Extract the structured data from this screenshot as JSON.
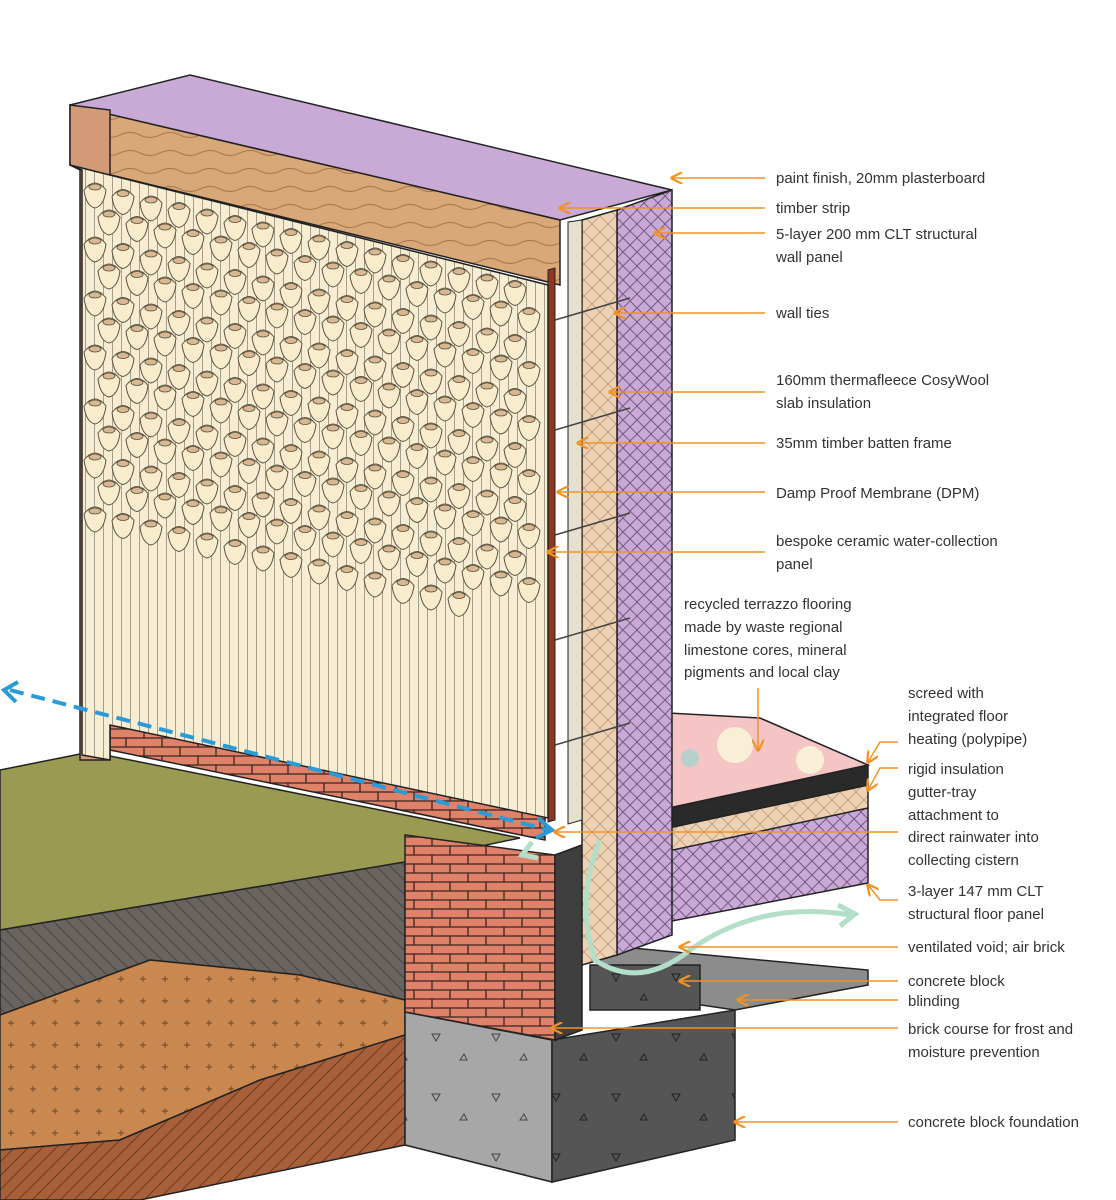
{
  "colors": {
    "leader": "#f29222",
    "water_arrow": "#2a9ad8",
    "air_arrow": "#b3dec8",
    "brick": "#e0826a",
    "insulation": "#e9d0b2",
    "clt": "#c9a9d6",
    "terrazzo": "#f4c5c4",
    "grass": "#9a9a52",
    "soil": "#c9884f",
    "concrete": "#a8a8a8",
    "ceramic": "#f4ead0"
  },
  "labels": {
    "paint_finish": "paint finish, 20mm plasterboard",
    "timber_strip": "timber strip",
    "clt_wall_1": "5-layer 200 mm CLT structural",
    "clt_wall_2": "wall panel",
    "wall_ties": "wall ties",
    "insulation_1": "160mm thermafleece CosyWool",
    "insulation_2": "slab insulation",
    "batten": "35mm timber batten frame",
    "dpm": "Damp Proof Membrane (DPM)",
    "ceramic_1": "bespoke ceramic water-collection",
    "ceramic_2": "panel",
    "terrazzo_1": "recycled terrazzo flooring",
    "terrazzo_2": "made by waste regional",
    "terrazzo_3": "limestone cores, mineral",
    "terrazzo_4": "pigments and local clay",
    "screed_1": "screed with",
    "screed_2": "integrated floor",
    "screed_3": "heating (polypipe)",
    "rigid": "rigid insulation",
    "gutter_1": "gutter-tray",
    "gutter_2": "attachment to",
    "gutter_3": "direct rainwater into",
    "gutter_4": "collecting cistern",
    "clt_floor_1": "3-layer 147 mm CLT",
    "clt_floor_2": "structural floor panel",
    "void": "ventilated void; air brick",
    "block": "concrete block",
    "blinding": "blinding",
    "brick_course_1": "brick course for frost and",
    "brick_course_2": "moisture prevention",
    "foundation": "concrete block foundation"
  }
}
